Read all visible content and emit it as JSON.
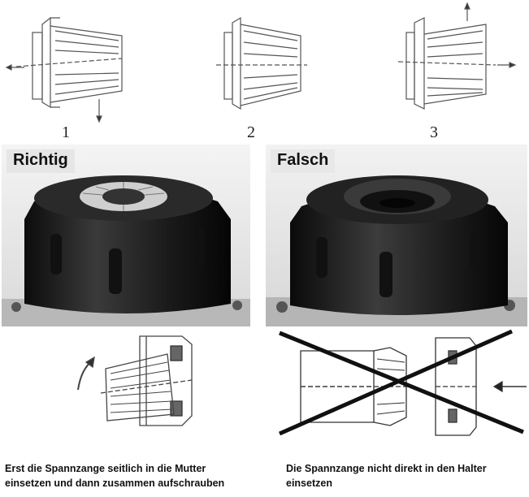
{
  "steps": {
    "items": [
      {
        "number": "1"
      },
      {
        "number": "2"
      },
      {
        "number": "3"
      }
    ]
  },
  "photos": {
    "correct_label": "Richtig",
    "wrong_label": "Falsch"
  },
  "captions": {
    "correct": "Erst die Spannzange seitlich in die Mutter\neinsetzen und dann zusammen aufschrauben",
    "wrong": "Die Spannzange nicht direkt in den Halter\neinsetzen"
  }
}
